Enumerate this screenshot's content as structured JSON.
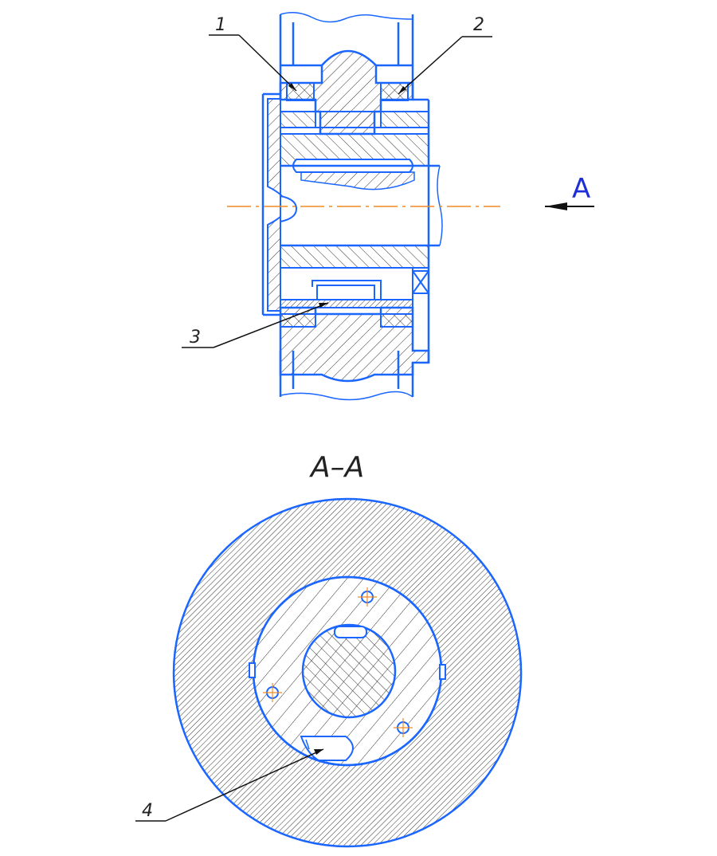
{
  "colors": {
    "outline": "#1a66ff",
    "hatch": "#333333",
    "leader": "#111111",
    "axis": "#f08a24",
    "view_letter": "#1f2fd6",
    "background": "#ffffff"
  },
  "top_view": {
    "view_arrow_letter": "A",
    "callouts": [
      {
        "id": "callout-1",
        "label": "1"
      },
      {
        "id": "callout-2",
        "label": "2"
      },
      {
        "id": "callout-3",
        "label": "3"
      }
    ]
  },
  "section_view": {
    "title": "A–A",
    "callouts": [
      {
        "id": "callout-4",
        "label": "4"
      }
    ]
  }
}
